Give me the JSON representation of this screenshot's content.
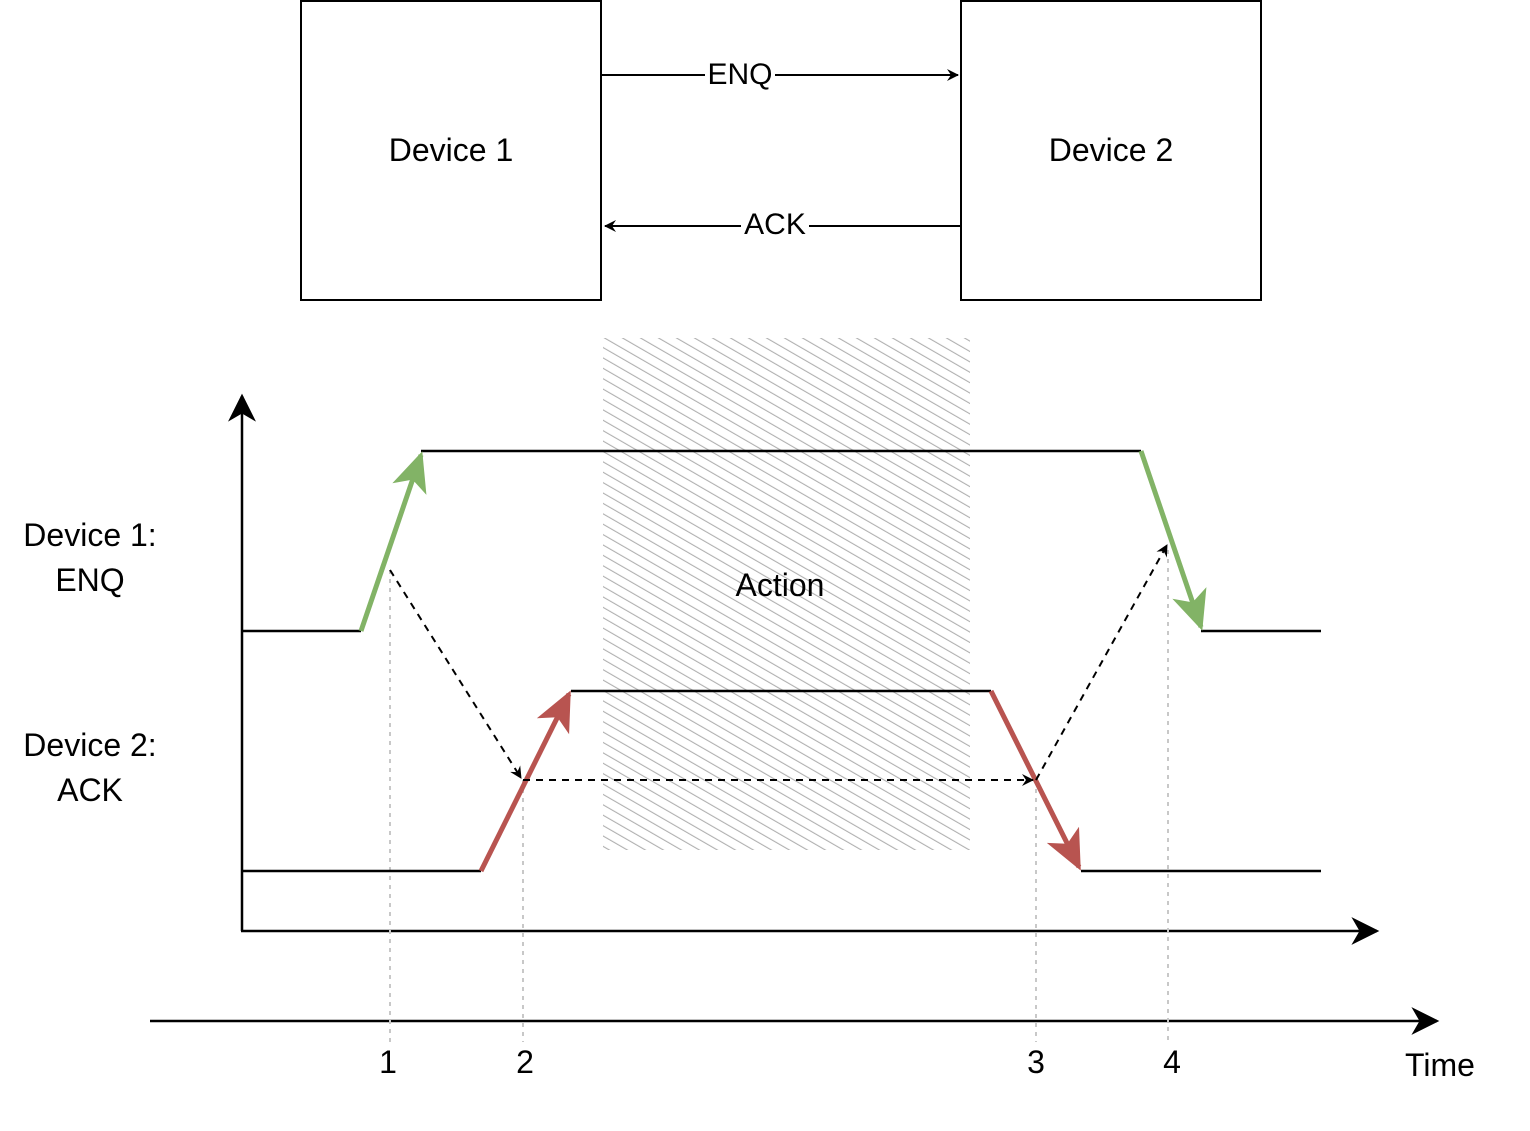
{
  "devices": {
    "device1": "Device 1",
    "device2": "Device 2"
  },
  "links": {
    "enq": "ENQ",
    "ack": "ACK"
  },
  "timing": {
    "row1_label_line1": "Device 1:",
    "row1_label_line2": "ENQ",
    "row2_label_line1": "Device 2:",
    "row2_label_line2": "ACK",
    "action_label": "Action"
  },
  "time_axis": {
    "label": "Time",
    "markers": [
      "1",
      "2",
      "3",
      "4"
    ]
  },
  "colors": {
    "green_edge": "#82b366",
    "red_edge": "#b85450",
    "hatch": "#b0b0b0",
    "guide": "#c8c8c8"
  }
}
